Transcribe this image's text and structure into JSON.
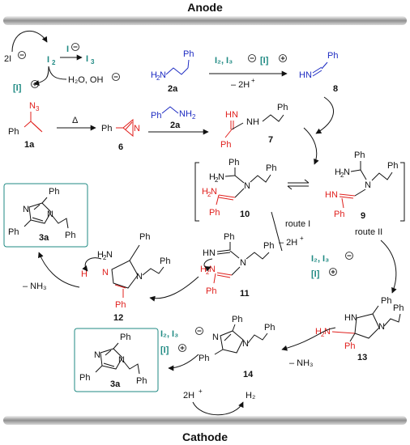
{
  "electrodes": {
    "anode": "Anode",
    "cathode": "Cathode"
  },
  "iodine_cycle": {
    "two_iodide": "2I",
    "iodine": "I",
    "iodine_sub": "2",
    "triiodide_I": "I",
    "triiodide_sub": "3",
    "iodide_top": "I",
    "iodonium": "[I]",
    "water_hydroxide": "H₂O, OH"
  },
  "compounds": {
    "c1a": "1a",
    "c2a": "2a",
    "c6": "6",
    "c7": "7",
    "c8": "8",
    "c9": "9",
    "c10": "10",
    "c11": "11",
    "c12": "12",
    "c13": "13",
    "c14": "14",
    "c3a": "3a"
  },
  "atoms": {
    "N": "N",
    "N3": "N",
    "N3_sub": "3",
    "NH": "NH",
    "HN": "HN",
    "NH2": "NH",
    "NH2_sub": "2",
    "H2N": "H",
    "H2N_sub": "2",
    "H2N_N": "N",
    "Ph": "Ph",
    "H": "H"
  },
  "conditions": {
    "heat": "Δ",
    "oxidants": "I₂, I₃",
    "minus_2H": "– 2H",
    "minus_NH3": "– NH₃",
    "iodonium": "[I]",
    "two_H": "2H",
    "H2": "H₂"
  },
  "routes": {
    "route1": "route I",
    "route2": "route II"
  },
  "colors": {
    "red": "#e0201d",
    "blue": "#1d2bc2",
    "teal": "#1f8a83"
  }
}
